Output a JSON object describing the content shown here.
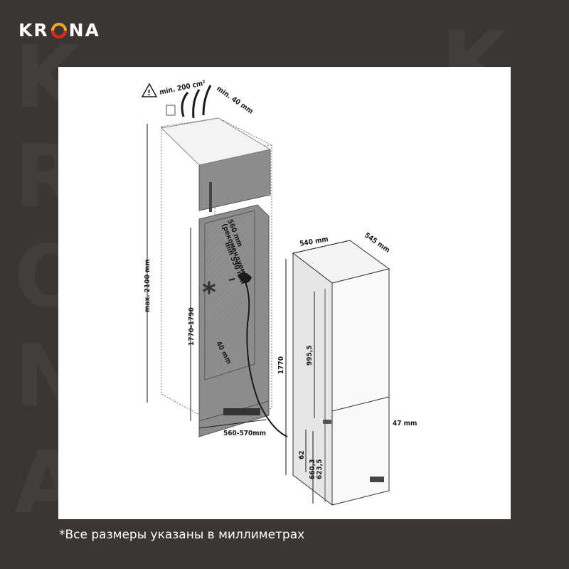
{
  "brand": {
    "name_left": "KR",
    "name_right": "NA"
  },
  "diagram": {
    "ventilation_label": "min. 200 cm²",
    "top_gap_label": "min. 40 mm",
    "max_height_label": "max. 2100 mm",
    "niche_height_label": "1770-1790",
    "niche_depth_label": "560 mm",
    "niche_depth_sub_label": "(рекомендуем)",
    "min_depth_label": "min 550 mm",
    "asterisk": "*",
    "back_gap_label": "40 mm",
    "niche_width_label": "560-570mm",
    "appliance_width_label": "540 mm",
    "appliance_depth_label": "545 mm",
    "appliance_height_label": "1770",
    "fridge_door_label": "995,5",
    "gap_label": "47 mm",
    "offset_label": "62",
    "freezer_door_label_a": "660,3",
    "freezer_door_label_b": "623,5"
  },
  "footer": {
    "caption": "*Все размеры указаны в миллиметрах"
  },
  "colors": {
    "background": "#3a3634",
    "panel": "#ffffff",
    "accent_orange": "#f5a623",
    "accent_red": "#e2231a",
    "cabinet_gray": "#8c8c8c"
  }
}
